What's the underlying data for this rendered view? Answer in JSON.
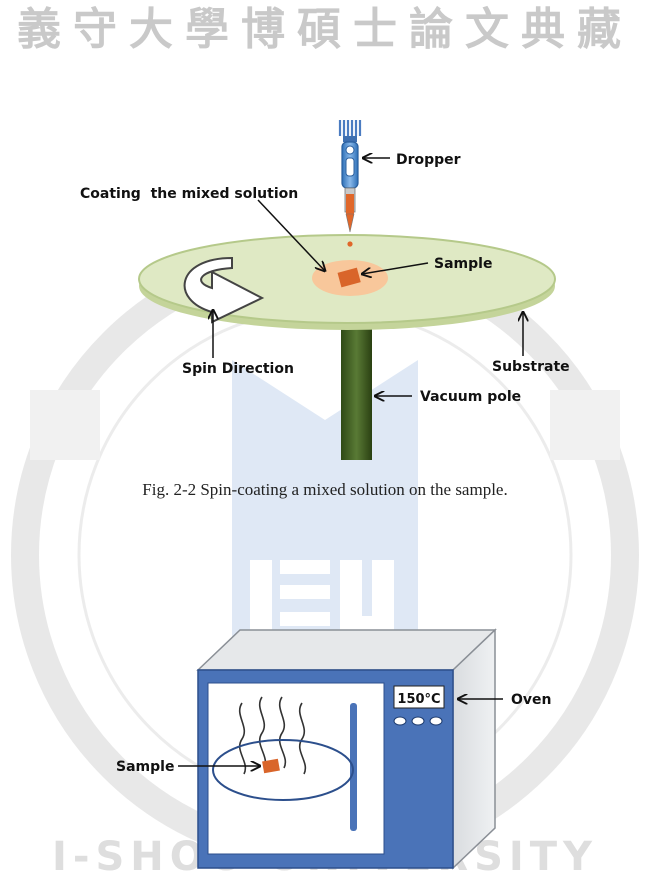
{
  "header": {
    "watermark_text": "義守大學博碩士論文典藏"
  },
  "seal": {
    "ring_text": "I-SHOU UNIVERSITY",
    "center_logo": "ISU"
  },
  "figure1": {
    "labels": {
      "dropper": "Dropper",
      "coating": "Coating  the mixed solution",
      "sample": "Sample",
      "spin_direction": "Spin Direction",
      "substrate": "Substrate",
      "vacuum_pole": "Vacuum pole"
    },
    "caption": "Fig. 2-2 Spin-coating a mixed solution on the sample."
  },
  "figure2": {
    "labels": {
      "oven": "Oven",
      "sample": "Sample",
      "temperature": "150°C"
    }
  },
  "colors": {
    "disc_fill": "#dfe9c4",
    "disc_edge": "#b5c98a",
    "pole": "#3d5a22",
    "oven_body": "#4a73b8",
    "oven_edge": "#2c4f8c",
    "sample_orange": "#e07b39",
    "sample_spot": "#f8c79b",
    "watermark_blue": "#b7cbe6",
    "watermark_gray": "#cfcfcf"
  }
}
